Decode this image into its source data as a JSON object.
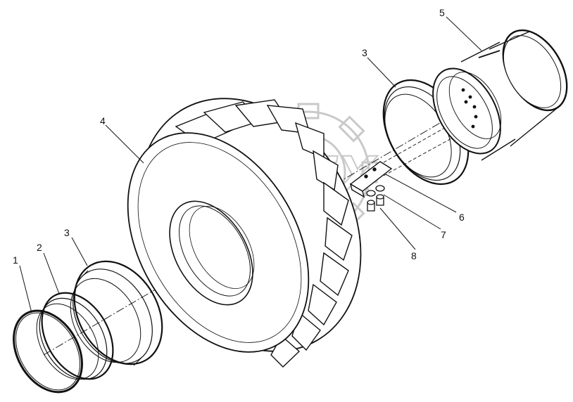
{
  "diagram": {
    "watermark": "OREX",
    "callouts": [
      {
        "id": "1",
        "text": "1"
      },
      {
        "id": "2",
        "text": "2"
      },
      {
        "id": "3a",
        "text": "3"
      },
      {
        "id": "3b",
        "text": "3"
      },
      {
        "id": "4",
        "text": "4"
      },
      {
        "id": "5",
        "text": "5"
      },
      {
        "id": "6",
        "text": "6"
      },
      {
        "id": "7",
        "text": "7"
      },
      {
        "id": "8",
        "text": "8"
      }
    ]
  }
}
